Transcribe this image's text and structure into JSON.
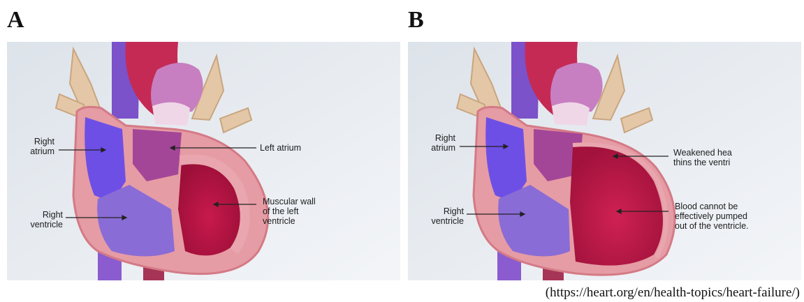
{
  "panels": [
    {
      "letter": "A",
      "labels": {
        "right_atrium": "Right\natrium",
        "left_atrium": "Left atrium",
        "muscular_wall": "Muscular wall\nof the left\nventricle",
        "right_ventricle": "Right\nventricle"
      }
    },
    {
      "letter": "B",
      "labels": {
        "right_atrium": "Right\natrium",
        "weakened": "Weakened hea\nthins the ventri",
        "blood_cannot": "Blood cannot be\neffectively pumped\nout of the ventricle.",
        "right_ventricle": "Right\nventricle"
      }
    }
  ],
  "source": "(https://heart.org/en/health-topics/heart-failure/)"
}
